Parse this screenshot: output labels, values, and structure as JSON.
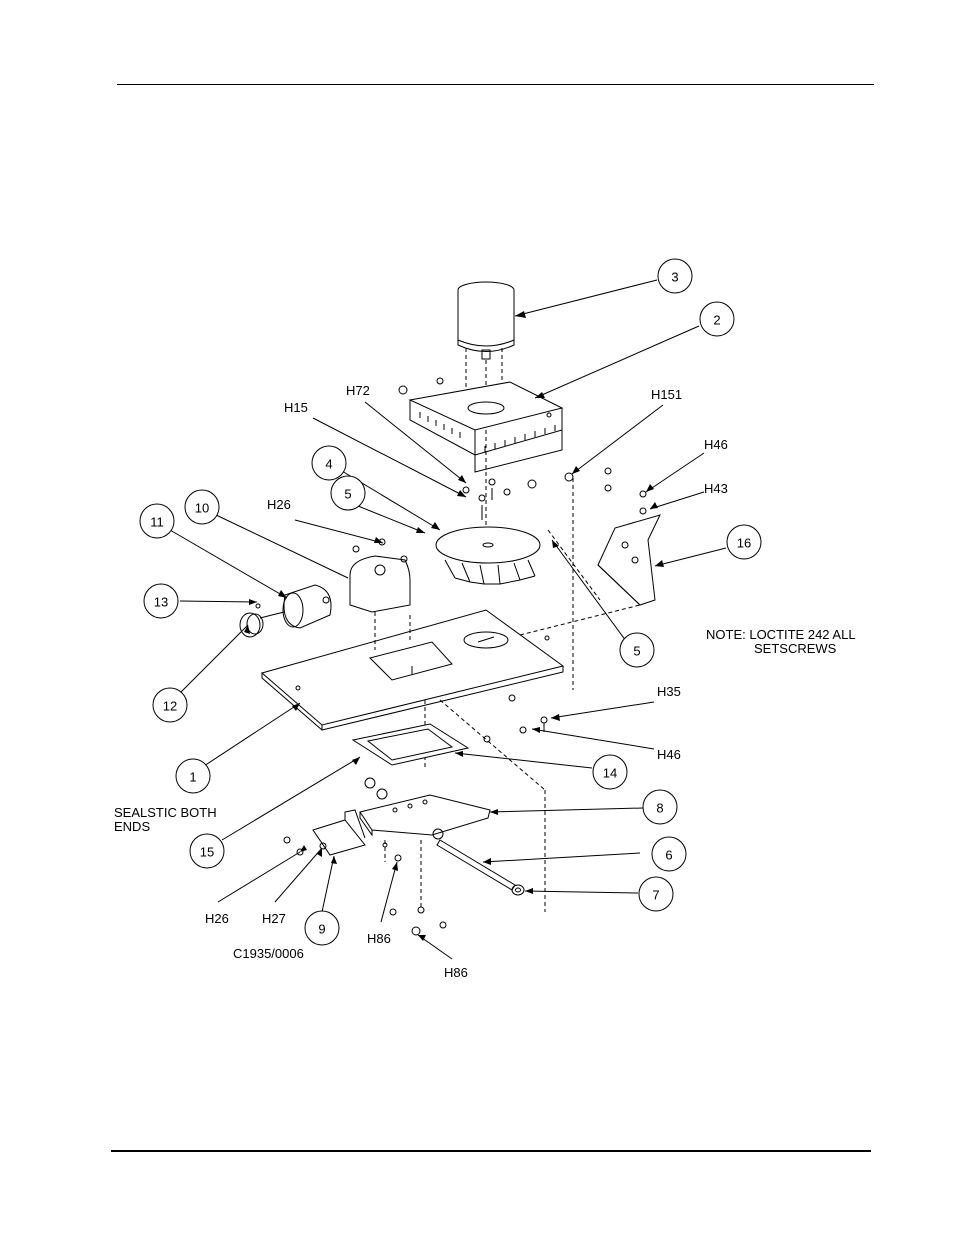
{
  "callouts": [
    {
      "label": "3"
    },
    {
      "label": "2"
    },
    {
      "label": "4"
    },
    {
      "label": "5"
    },
    {
      "label": "10"
    },
    {
      "label": "11"
    },
    {
      "label": "13"
    },
    {
      "label": "12"
    },
    {
      "label": "16"
    },
    {
      "label": "5"
    },
    {
      "label": "1"
    },
    {
      "label": "14"
    },
    {
      "label": "8"
    },
    {
      "label": "15"
    },
    {
      "label": "6"
    },
    {
      "label": "7"
    },
    {
      "label": "9"
    }
  ],
  "hardware_labels": [
    {
      "label": "H72"
    },
    {
      "label": "H15"
    },
    {
      "label": "H26"
    },
    {
      "label": "H151"
    },
    {
      "label": "H46"
    },
    {
      "label": "H43"
    },
    {
      "label": "H35"
    },
    {
      "label": "H46"
    },
    {
      "label": "H26"
    },
    {
      "label": "H27"
    },
    {
      "label": "H86"
    },
    {
      "label": "H86"
    }
  ],
  "notes": {
    "loctite_line1": "NOTE: LOCTITE 242 ALL",
    "loctite_line2": "SETSCREWS",
    "sealstic_line1": "SEALSTIC BOTH",
    "sealstic_line2": "ENDS"
  },
  "drawing_code": "C1935/0006"
}
